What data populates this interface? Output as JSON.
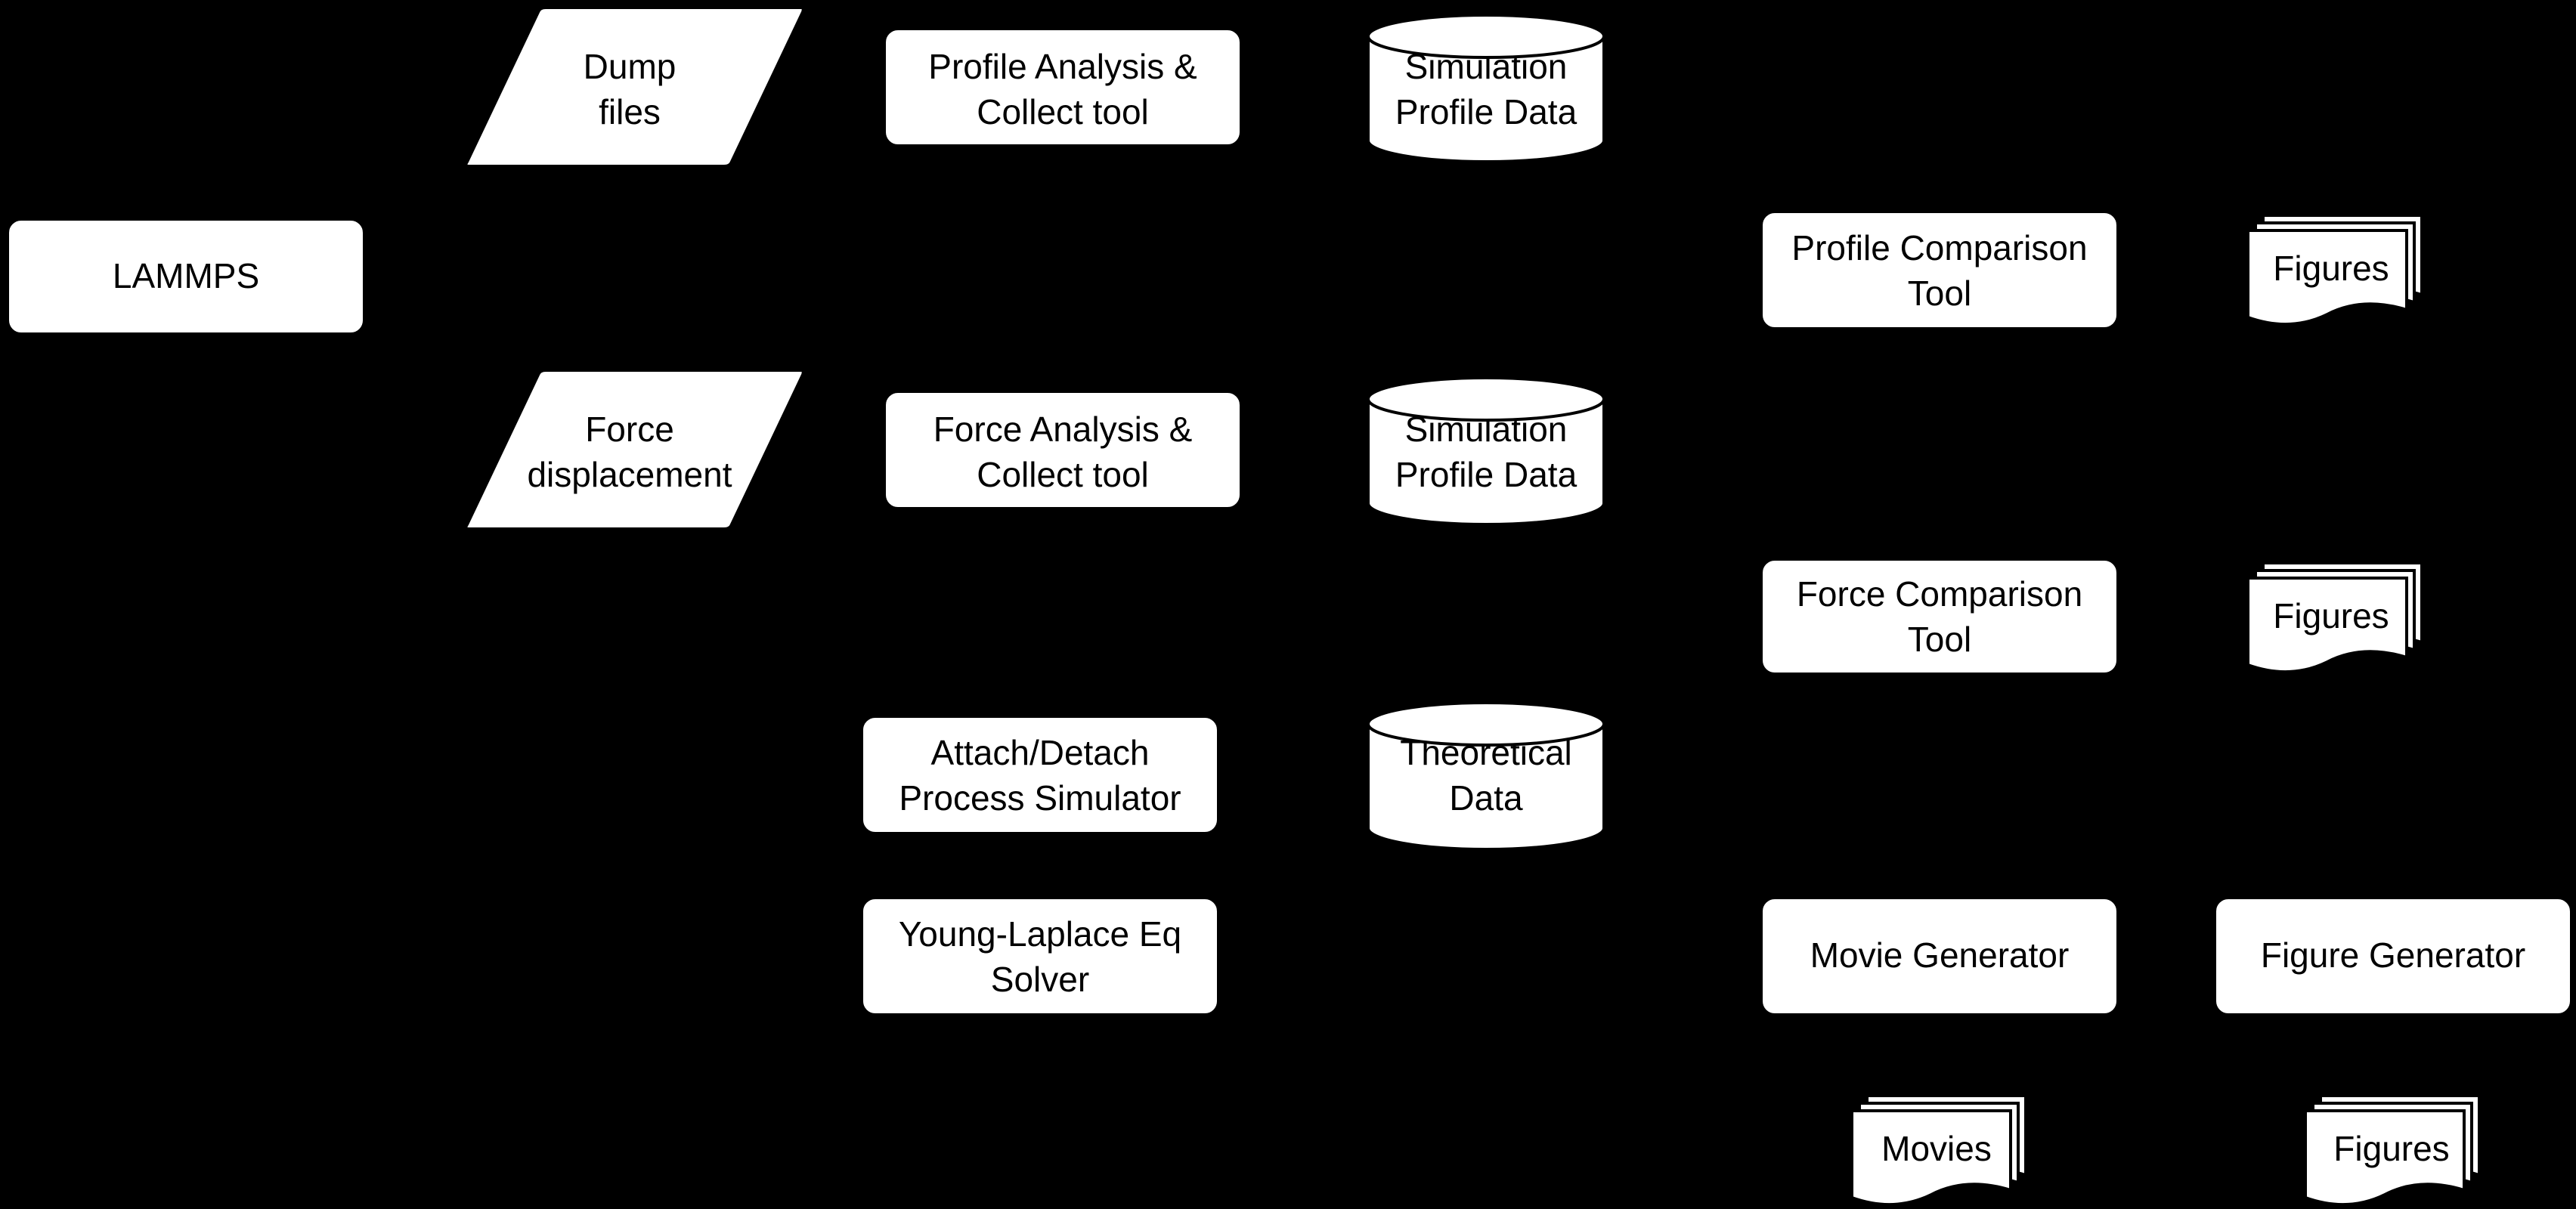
{
  "diagram": {
    "background_color": "#000000",
    "node_fill_color": "#ffffff",
    "text_color": "#000000",
    "nodes": {
      "lammps": {
        "line1": "LAMMPS"
      },
      "dump_files": {
        "line1": "Dump",
        "line2": "files"
      },
      "force_displacement": {
        "line1": "Force",
        "line2": "displacement"
      },
      "profile_analysis_tool": {
        "line1": "Profile Analysis &",
        "line2": "Collect tool"
      },
      "force_analysis_tool": {
        "line1": "Force Analysis &",
        "line2": "Collect tool"
      },
      "attach_detach_simulator": {
        "line1": "Attach/Detach",
        "line2": "Process Simulator"
      },
      "young_laplace_solver": {
        "line1": "Young-Laplace Eq",
        "line2": "Solver"
      },
      "simulation_profile_data_1": {
        "line1": "Simulation",
        "line2": "Profile Data"
      },
      "simulation_profile_data_2": {
        "line1": "Simulation",
        "line2": "Profile Data"
      },
      "theoretical_data": {
        "line1": "Theoretical",
        "line2": "Data"
      },
      "profile_comparison_tool": {
        "line1": "Profile Comparison",
        "line2": "Tool"
      },
      "force_comparison_tool": {
        "line1": "Force Comparison",
        "line2": "Tool"
      },
      "movie_generator": {
        "line1": "Movie Generator"
      },
      "figure_generator": {
        "line1": "Figure Generator"
      },
      "figures_1": {
        "line1": "Figures"
      },
      "figures_2": {
        "line1": "Figures"
      },
      "movies": {
        "line1": "Movies"
      },
      "figures_3": {
        "line1": "Figures"
      }
    }
  }
}
